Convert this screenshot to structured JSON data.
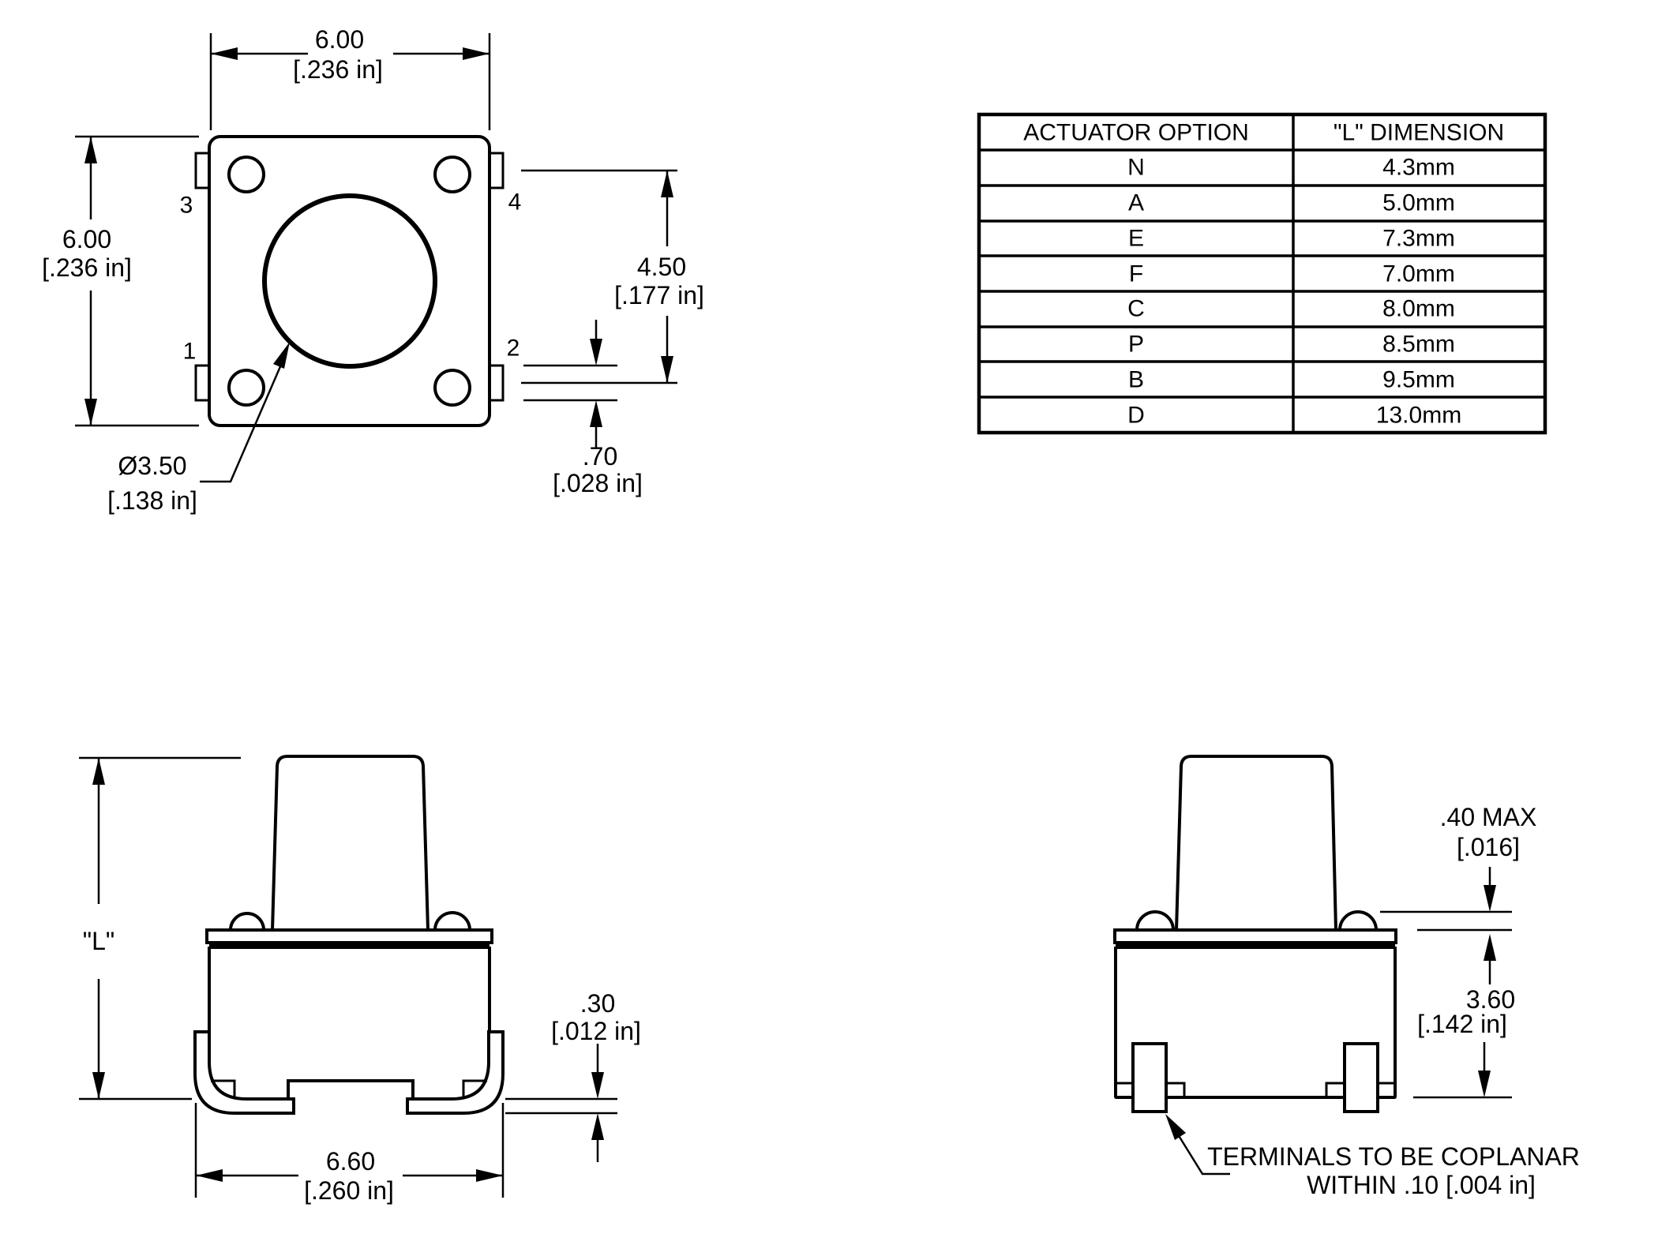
{
  "document": {
    "type": "technical-drawing",
    "subject": "tactile-switch-dimensions"
  },
  "colors": {
    "line": "#000000",
    "background": "#ffffff"
  },
  "table": {
    "headers": {
      "option": "ACTUATOR OPTION",
      "dimension": "\"L\" DIMENSION"
    },
    "rows": [
      {
        "option": "N",
        "dimension": "4.3mm"
      },
      {
        "option": "A",
        "dimension": "5.0mm"
      },
      {
        "option": "E",
        "dimension": "7.3mm"
      },
      {
        "option": "F",
        "dimension": "7.0mm"
      },
      {
        "option": "C",
        "dimension": "8.0mm"
      },
      {
        "option": "P",
        "dimension": "8.5mm"
      },
      {
        "option": "B",
        "dimension": "9.5mm"
      },
      {
        "option": "D",
        "dimension": "13.0mm"
      }
    ]
  },
  "top_view": {
    "width_mm": "6.00",
    "width_in": "[.236 in]",
    "height_mm": "6.00",
    "height_in": "[.236 in]",
    "pin_span_mm": "4.50",
    "pin_span_in": "[.177 in]",
    "tab_mm": ".70",
    "tab_in": "[.028 in]",
    "actuator_dia_mm": "Ø3.50",
    "actuator_dia_in": "[.138 in]",
    "pin_1": "1",
    "pin_2": "2",
    "pin_3": "3",
    "pin_4": "4"
  },
  "front_view": {
    "height_label": "\"L\"",
    "standoff_mm": ".30",
    "standoff_in": "[.012 in]",
    "terminal_span_mm": "6.60",
    "terminal_span_in": "[.260 in]"
  },
  "side_view": {
    "travel_mm": ".40 MAX",
    "travel_in": "[.016]",
    "body_height_mm": "3.60",
    "body_height_in": "[.142 in]",
    "note_line1": "TERMINALS TO BE COPLANAR",
    "note_line2": "WITHIN .10 [.004 in]"
  }
}
